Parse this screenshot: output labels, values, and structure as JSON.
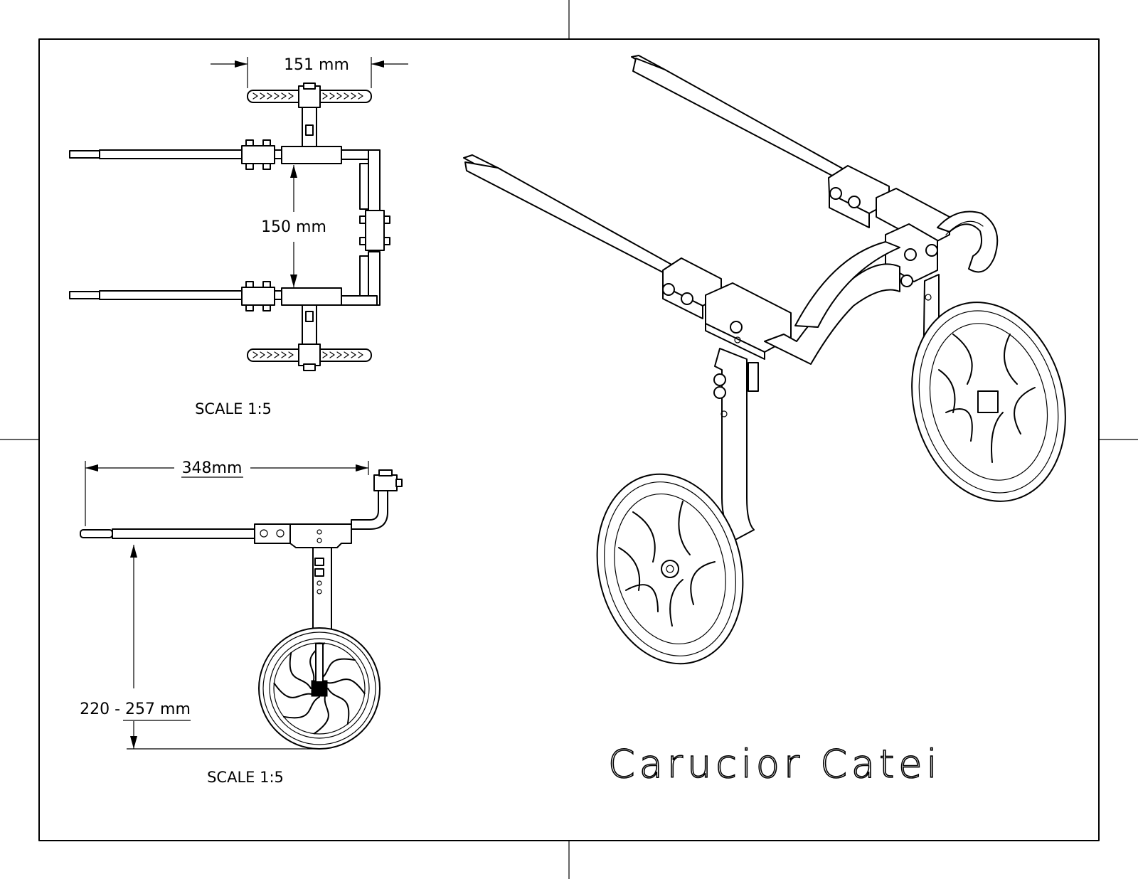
{
  "drawing": {
    "title": "Carucior Catei",
    "top_view": {
      "scale_label": "SCALE 1:5",
      "dim_width": "151 mm",
      "dim_spacing": "150 mm"
    },
    "side_view": {
      "scale_label": "SCALE 1:5",
      "dim_length": "348mm",
      "dim_height": "220 - 257 mm"
    }
  }
}
